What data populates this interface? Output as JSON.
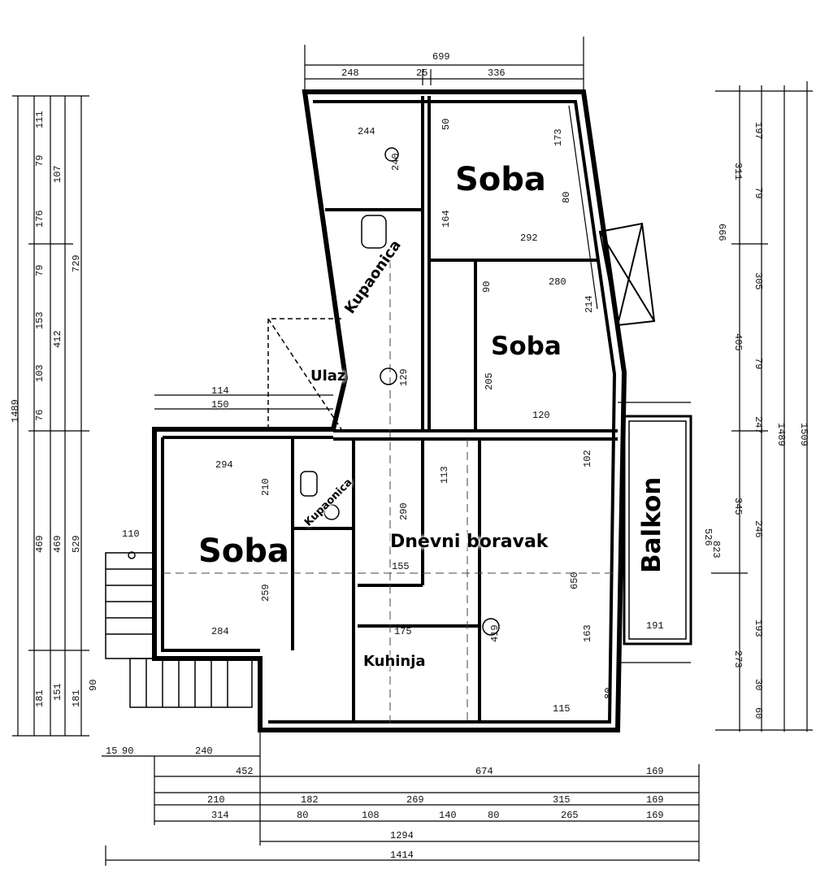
{
  "rooms": {
    "soba_top": "Soba",
    "kupaonica_top": "Kupaonica",
    "soba_right": "Soba",
    "ulaz": "Ulaz",
    "kupaonica_small": "Kupaonica",
    "soba_left": "Soba",
    "dnevni_boravak": "Dnevni boravak",
    "balkon": "Balkon",
    "kuhinja": "Kuhinja"
  },
  "dimensions": {
    "top": [
      "699",
      "248",
      "25",
      "336"
    ],
    "left_total": "1489",
    "left": [
      "111",
      "79",
      "107",
      "176",
      "729",
      "79",
      "153",
      "412",
      "103",
      "76",
      "469",
      "469",
      "529",
      "151",
      "181",
      "90",
      "181"
    ],
    "right_total_a": "1489",
    "right_total_b": "1509",
    "right": [
      "197",
      "311",
      "79",
      "666",
      "305",
      "405",
      "79",
      "247",
      "345",
      "246",
      "823",
      "193",
      "273",
      "30",
      "60"
    ],
    "bottom": [
      "240",
      "90",
      "15",
      "452",
      "674",
      "169",
      "210",
      "182",
      "269",
      "315",
      "169",
      "314",
      "80",
      "108",
      "140",
      "80",
      "265",
      "169",
      "1294",
      "1414"
    ],
    "interior": [
      "244",
      "240",
      "50",
      "173",
      "80",
      "292",
      "164",
      "280",
      "90",
      "214",
      "205",
      "129",
      "120",
      "114",
      "150",
      "294",
      "210",
      "110",
      "259",
      "284",
      "102",
      "650",
      "419",
      "163",
      "175",
      "290",
      "113",
      "155",
      "526",
      "191",
      "115",
      "80"
    ]
  }
}
